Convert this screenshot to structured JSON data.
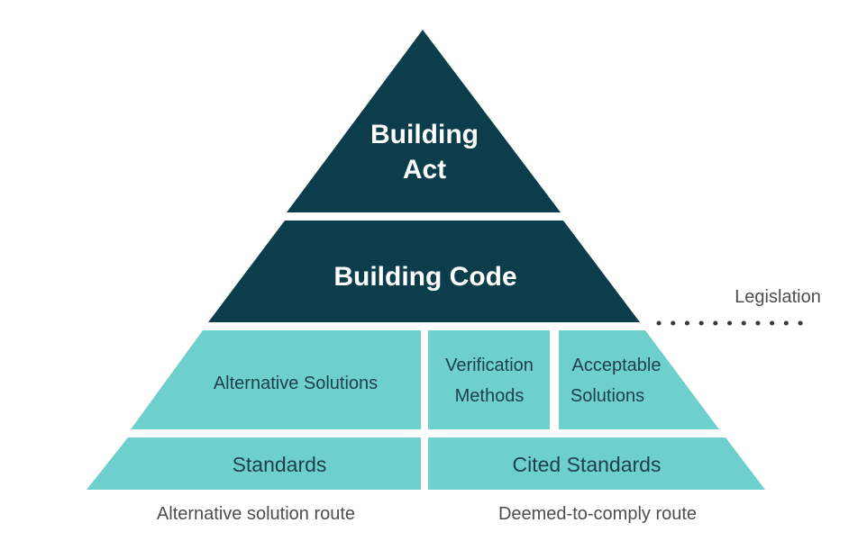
{
  "diagram": {
    "tiers": {
      "act": {
        "line1": "Building",
        "line2": "Act"
      },
      "code": {
        "label": "Building Code"
      },
      "alternative_solutions": {
        "label": "Alternative Solutions"
      },
      "verification_methods": {
        "line1": "Verification",
        "line2": "Methods"
      },
      "acceptable_solutions": {
        "line1": "Acceptable",
        "line2": "Solutions"
      },
      "standards": {
        "label": "Standards"
      },
      "cited_standards": {
        "label": "Cited Standards"
      }
    },
    "legislation_label": "Legislation",
    "routes": {
      "alternative": "Alternative solution route",
      "deemed": "Deemed-to-comply route"
    },
    "colors": {
      "dark": "#0b3e4a",
      "light": "#6ed0cc",
      "dots": "#3a3a3a"
    }
  }
}
